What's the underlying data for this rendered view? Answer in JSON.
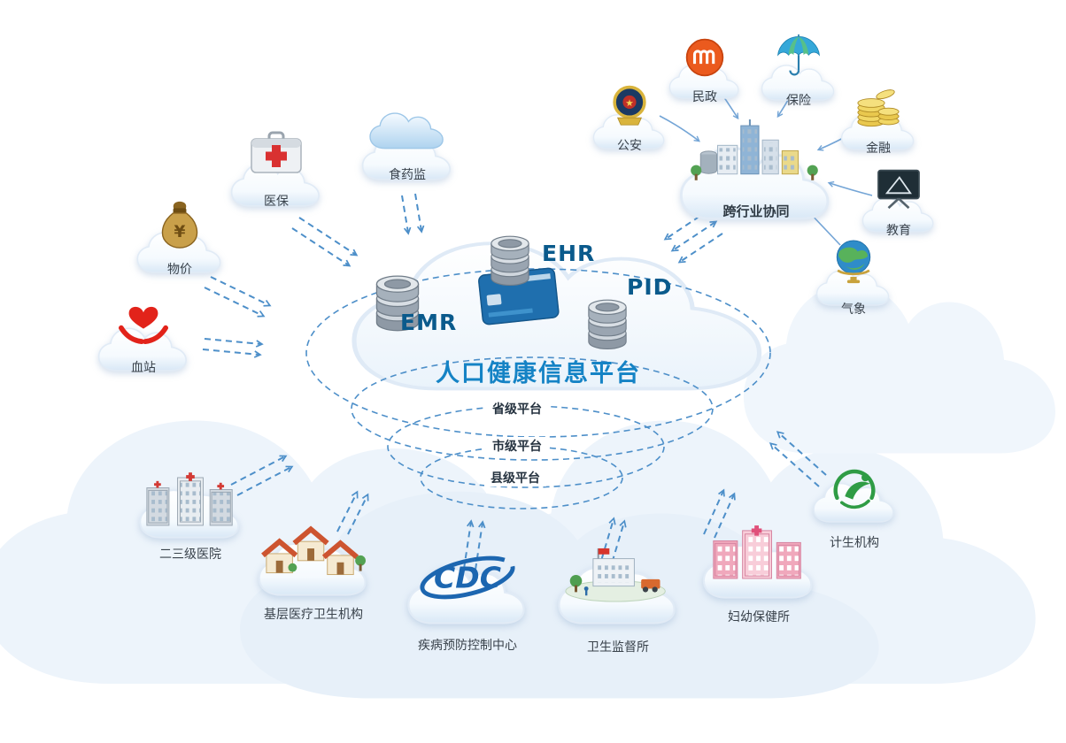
{
  "diagram": {
    "title": "人口健康信息平台",
    "core": {
      "emr": "EMR",
      "ehr": "EHR",
      "pid": "PID"
    },
    "levels": [
      {
        "label": "省级平台"
      },
      {
        "label": "市级平台"
      },
      {
        "label": "县级平台"
      }
    ],
    "cross_industry": {
      "label": "跨行业协同",
      "icon": "city-cluster-icon",
      "partners": [
        {
          "label": "公安",
          "icon": "police-badge-icon"
        },
        {
          "label": "民政",
          "icon": "civil-affairs-emblem-icon"
        },
        {
          "label": "保险",
          "icon": "umbrella-icon"
        },
        {
          "label": "金融",
          "icon": "coin-stack-icon"
        },
        {
          "label": "教育",
          "icon": "blackboard-icon"
        },
        {
          "label": "气象",
          "icon": "globe-icon"
        }
      ]
    },
    "data_sources": [
      {
        "label": "医保",
        "icon": "first-aid-kit-icon"
      },
      {
        "label": "食药监",
        "icon": "cloud-icon"
      },
      {
        "label": "物价",
        "icon": "money-bag-icon"
      },
      {
        "label": "血站",
        "icon": "blood-donation-icon"
      }
    ],
    "institutions": [
      {
        "label": "二三级医院",
        "icon": "hospital-buildings-icon"
      },
      {
        "label": "基层医疗卫生机构",
        "icon": "village-clinics-icon"
      },
      {
        "label": "疾病预防控制中心",
        "icon": "cdc-logo-icon"
      },
      {
        "label": "卫生监督所",
        "icon": "supervision-office-icon"
      },
      {
        "label": "妇幼保健所",
        "icon": "mch-buildings-icon"
      },
      {
        "label": "计生机构",
        "icon": "family-planning-logo-icon"
      }
    ],
    "icon_texts": {
      "currency": "¥",
      "star": "★",
      "cdc": "CDC"
    },
    "colors": {
      "title_blue": "#1583c5",
      "core_blue": "#0a5a8c",
      "arrow_blue": "#4d8fc9",
      "label_dark": "#39424b",
      "cloud_shade": "#d9e8f6"
    }
  }
}
